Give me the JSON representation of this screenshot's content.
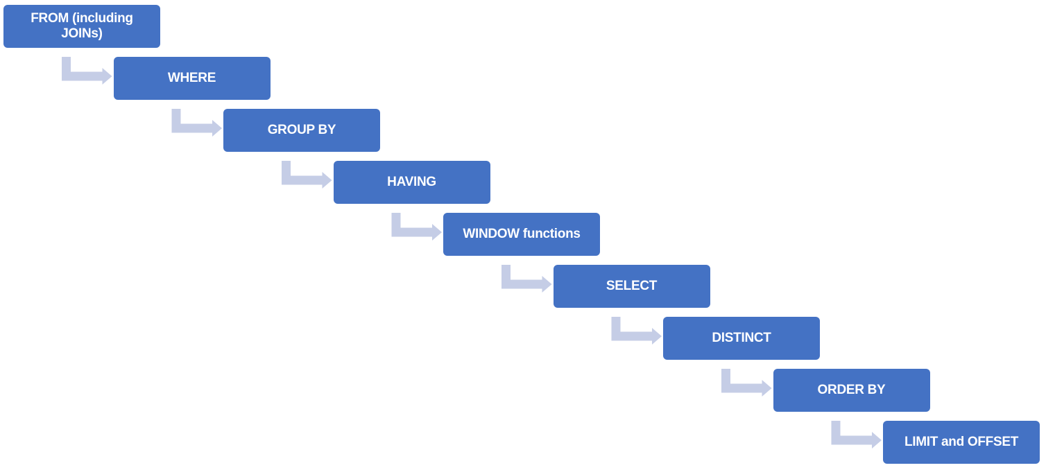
{
  "colors": {
    "box_fill": "#4472C4",
    "box_text": "#FFFFFF",
    "connector": "#C5CDE6"
  },
  "steps": [
    {
      "label": "FROM (including JOINs)"
    },
    {
      "label": "WHERE"
    },
    {
      "label": "GROUP BY"
    },
    {
      "label": "HAVING"
    },
    {
      "label": "WINDOW functions"
    },
    {
      "label": "SELECT"
    },
    {
      "label": "DISTINCT"
    },
    {
      "label": "ORDER BY"
    },
    {
      "label": "LIMIT and OFFSET"
    }
  ],
  "connector_icon": "bent-down-right-arrow-icon"
}
